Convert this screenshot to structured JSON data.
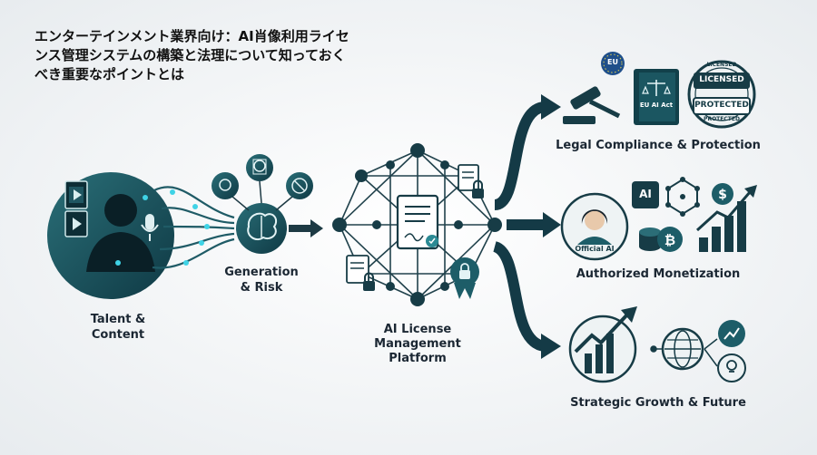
{
  "title": {
    "lines": [
      "エンターテインメント業界向け：AI肖像利用ライセ",
      "ンス管理システムの構築と法理について知っておく",
      "べき重要なポイントとは"
    ]
  },
  "nodes": {
    "talent": {
      "lines": [
        "Talent &",
        "Content"
      ]
    },
    "generation": {
      "lines": [
        "Generation",
        "& Risk"
      ]
    },
    "platform": {
      "lines": [
        "AI License",
        "Management",
        "Platform"
      ]
    },
    "legal": {
      "label": "Legal Compliance & Protection",
      "eu_badge": "EU",
      "book_label": "EU AI Act",
      "seal_top": "LICENSED",
      "seal_bottom": "PROTECTED",
      "seal_ring_top": "LICENSED",
      "seal_ring_bottom": "PROTECTED"
    },
    "monetization": {
      "label": "Authorized Monetization",
      "avatar_caption": "Official AI",
      "ai_tile": "AI"
    },
    "growth": {
      "label": "Strategic Growth & Future"
    }
  },
  "colors": {
    "teal_dark": "#11404c",
    "teal": "#1d5d68",
    "accent_cyan": "#3fd3e6",
    "line": "#1d3a44",
    "text": "#1b2733"
  }
}
